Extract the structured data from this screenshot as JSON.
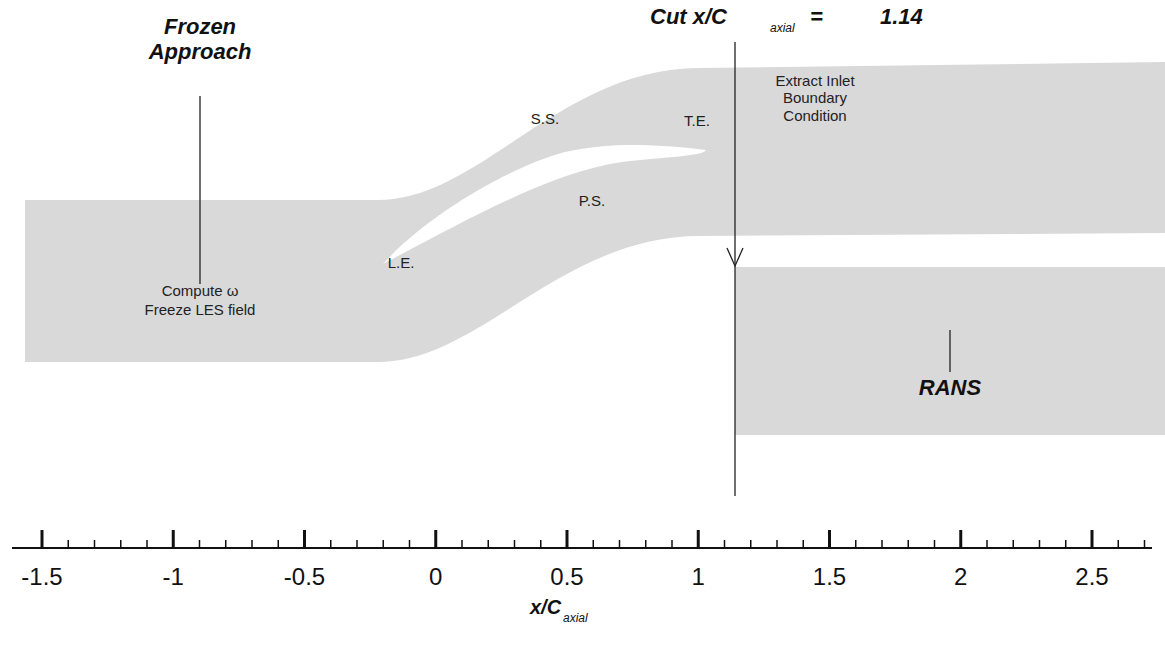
{
  "diagram": {
    "nodes": [
      {
        "text": [
          "RANS"
        ]
      }
    ],
    "labels": [
      "Frozen Approach",
      "Compute ω",
      "Freeze LES field",
      "L.E.",
      "S.S.",
      "P.S.",
      "T.E.",
      "Cut x/C",
      "axial",
      "=",
      "1.14",
      "Extract Inlet Boundary Condition",
      "-1.5",
      "-1",
      "-0.5",
      "0",
      "0.5",
      "1",
      "1.5",
      "2",
      "2.5",
      "x/C",
      "axial"
    ]
  }
}
